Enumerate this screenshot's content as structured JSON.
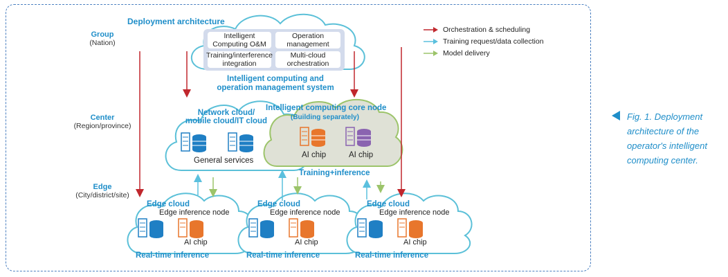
{
  "title": "Deployment architecture",
  "tiers": [
    {
      "name": "Group",
      "sub": "(Nation)"
    },
    {
      "name": "Center",
      "sub": "(Region/province)"
    },
    {
      "name": "Edge",
      "sub": "(City/district/site)"
    }
  ],
  "mgmt": {
    "boxes": [
      "Intelligent Computing O&M",
      "Operation management",
      "Training/interference integration",
      "Multi-cloud orchestration"
    ],
    "label_line1": "Intelligent computing and",
    "label_line2": "operation management system"
  },
  "network_cloud": {
    "title_line1": "Network cloud/",
    "title_line2": "mobile cloud/IT cloud",
    "services": "General services"
  },
  "core_node": {
    "title": "Intelligent computing core node",
    "subtitle": "(Building separately)",
    "chip1": "AI chip",
    "chip2": "AI chip"
  },
  "training_label": "Training+inference",
  "edge_clouds": [
    {
      "title": "Edge cloud",
      "node": "Edge inference node",
      "chip": "AI chip",
      "bottom": "Real-time inference"
    },
    {
      "title": "Edge cloud",
      "node": "Edge inference node",
      "chip": "AI chip",
      "bottom": "Real-time inference"
    },
    {
      "title": "Edge cloud",
      "node": "Edge inference node",
      "chip": "AI chip",
      "bottom": "Real-time inference"
    }
  ],
  "legend": [
    {
      "label": "Orchestration & scheduling",
      "color": "#c0272d"
    },
    {
      "label": "Training request/data collection",
      "color": "#5bc0de"
    },
    {
      "label": "Model delivery",
      "color": "#9cc46a"
    }
  ],
  "caption": "Fig. 1. Deployment architecture of the operator's intelligent computing center.",
  "colors": {
    "cloud_stroke": "#5bc0d8",
    "core_fill": "#dfe1d6",
    "core_stroke": "#9cc46a",
    "server_blue": "#1f7fc4",
    "server_orange": "#e8762c",
    "server_purple": "#8a63b0"
  }
}
